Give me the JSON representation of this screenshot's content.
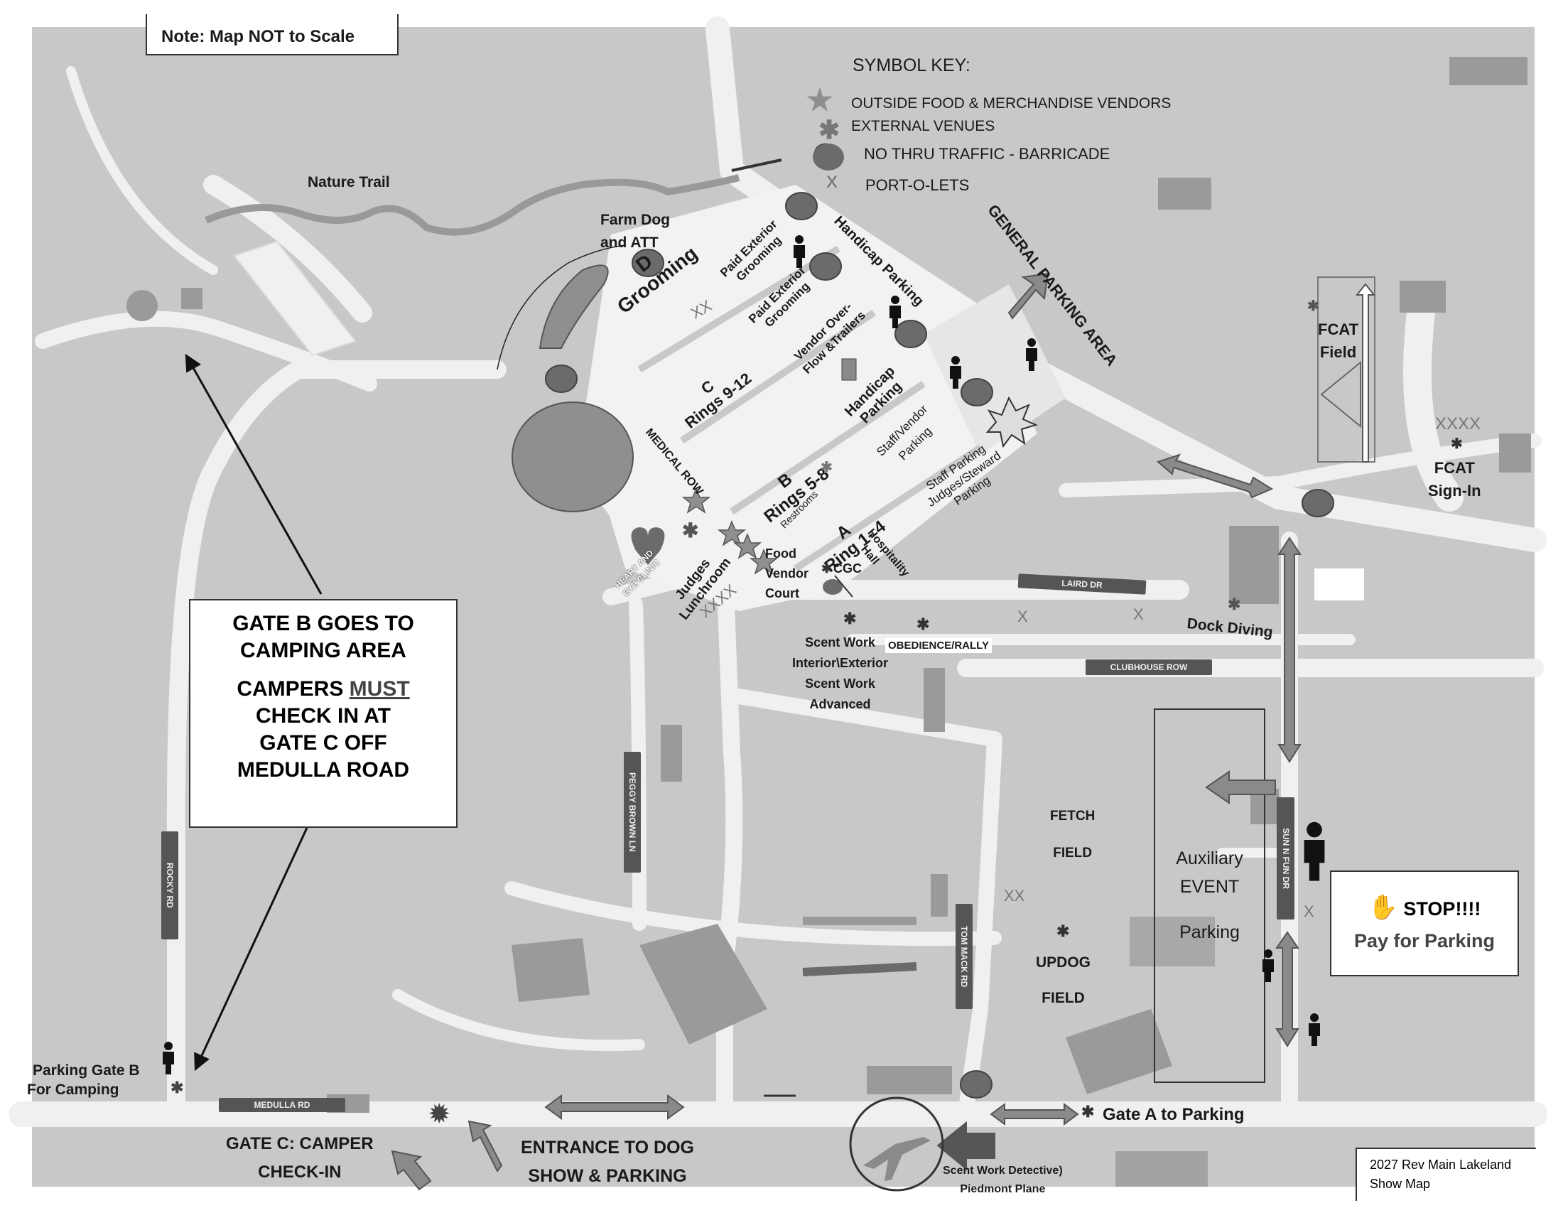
{
  "note": "Note: Map NOT to Scale",
  "symbol_key": {
    "title": "SYMBOL KEY:",
    "items": [
      {
        "icon": "star-icon",
        "label": "OUTSIDE FOOD & MERCHANDISE VENDORS"
      },
      {
        "icon": "asterisk-icon",
        "label": "EXTERNAL VENUES"
      },
      {
        "icon": "barricade-icon",
        "label": "NO THRU TRAFFIC - BARRICADE"
      },
      {
        "icon": "x-icon",
        "label": "PORT-O-LETS"
      }
    ]
  },
  "areas": {
    "nature_trail": "Nature Trail",
    "farm_dog_1": "Farm Dog",
    "farm_dog_2": "and ATT",
    "grooming_d_1": "D",
    "grooming_d_2": "Grooming",
    "paid_ext_1a": "Paid Exterior",
    "paid_ext_1b": "Grooming",
    "paid_ext_2a": "Paid Exterior",
    "paid_ext_2b": "Grooming",
    "handicap_1": "Handicap Parking",
    "general_parking": "GENERAL PARKING AREA",
    "ring_c_1": "C",
    "ring_c_2": "Rings 9-12",
    "vendor_overflow_1": "Vendor Over-",
    "vendor_overflow_2": "Flow &Trailers",
    "handicap_2a": "Handicap",
    "handicap_2b": "Parking",
    "staff_vendor_1": "Staff/Vendor",
    "staff_vendor_2": "Parking",
    "staff_parking_1": "Staff Parking",
    "staff_parking_2": "Judges/Steward",
    "staff_parking_3": "Parking",
    "medical_row": "MEDICAL ROW",
    "ring_b_1": "B",
    "ring_b_2": "Rings 5-8",
    "restrooms": "Restrooms",
    "ring_a_1": "A",
    "ring_a_2": "Ring 1- 4",
    "hospitality_1": "Hospitality",
    "hospitality_2": "Hall",
    "heart_eye_1": "HEART AND",
    "heart_eye_2": "EYE CLINIC",
    "judges_1": "Judges",
    "judges_2": "Lunchroom",
    "food_vendor_1": "Food",
    "food_vendor_2": "Vendor",
    "food_vendor_3": "Court",
    "cgc": "CGC",
    "xxxx_1": "XXXX",
    "xx_1": "XX",
    "xx_2": "XX",
    "xxxx_2": "XXXX",
    "x_a": "X",
    "x_b": "X",
    "x_c": "X",
    "scent_1": "Scent Work",
    "scent_2": "Interior\\Exterior",
    "scent_3": "Scent Work",
    "scent_4": "Advanced",
    "obedience": "OBEDIENCE/RALLY",
    "dock_diving": "Dock Diving",
    "fcat_field_1": "FCAT",
    "fcat_field_2": "Field",
    "fcat_signin_1": "FCAT",
    "fcat_signin_2": "Sign-In",
    "fetch_1": "FETCH",
    "fetch_2": "FIELD",
    "aux_1": "Auxiliary",
    "aux_2": "EVENT",
    "aux_3": "Parking",
    "updog_1": "UPDOG",
    "updog_2": "FIELD",
    "parking_gate_b_1": "Parking Gate B",
    "parking_gate_b_2": "For Camping",
    "gate_c_1": "GATE C:  CAMPER",
    "gate_c_2": "CHECK-IN",
    "entrance_1": "ENTRANCE TO DOG",
    "entrance_2": "SHOW & PARKING",
    "gate_a": "Gate A to Parking",
    "scent_detective_1": "Scent Work Detective)",
    "scent_detective_2": "Piedmont Plane"
  },
  "roads": {
    "laird": "LAIRD DR",
    "clubhouse": "CLUBHOUSE ROW",
    "peggy_brown": "PEGGY BROWN LN",
    "rocky": "ROCKY RD",
    "tom_mack": "TOM MACK RD",
    "sun_n_fun": "SUN N FUN DR",
    "medulla": "MEDULLA RD"
  },
  "gate_box": {
    "line1": "GATE B GOES TO",
    "line2": "CAMPING AREA",
    "line3a": "CAMPERS ",
    "line3b": "MUST",
    "line4": "CHECK IN AT",
    "line5": "GATE C OFF",
    "line6": "MEDULLA ROAD"
  },
  "stop_box": {
    "stop": "STOP!!!!",
    "pay": "Pay for Parking"
  },
  "revision": {
    "line1": "2027 Rev Main Lakeland",
    "line2": "Show Map"
  },
  "colors": {
    "ground": "#c8c8c8",
    "road": "#f2f2f2",
    "building": "#9a9a9a",
    "marker": "#6b6b6b",
    "arrow": "#8a8a8a"
  }
}
